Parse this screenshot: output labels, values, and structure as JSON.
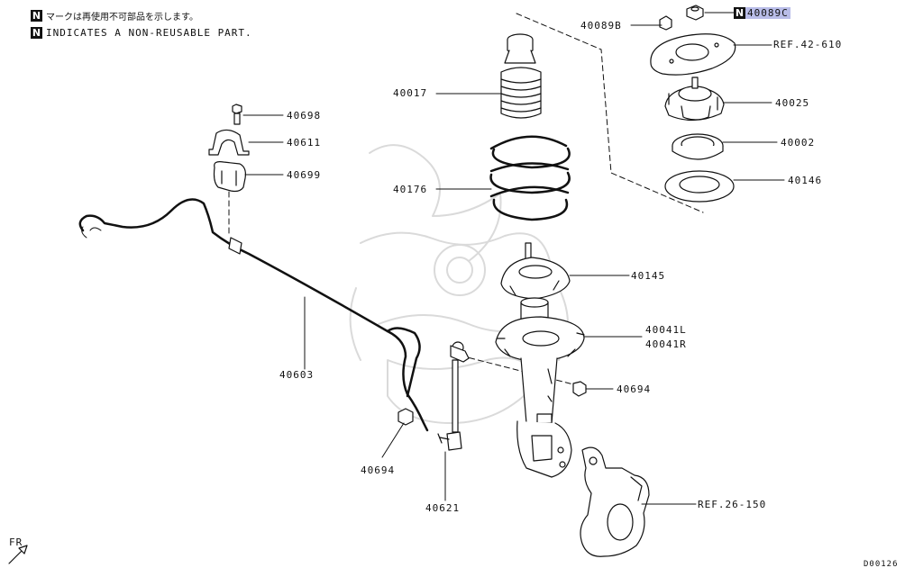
{
  "legend": {
    "badge": "N",
    "jp_text": "マークは再使用不可部品を示します。",
    "en_text": "INDICATES A NON-REUSABLE PART."
  },
  "parts": {
    "p40089C": "40089C",
    "p40089B": "40089B",
    "ref42610": "REF.42-610",
    "p40017": "40017",
    "p40025": "40025",
    "p40002": "40002",
    "p40176": "40176",
    "p40146": "40146",
    "p40698": "40698",
    "p40611": "40611",
    "p40699": "40699",
    "p40145": "40145",
    "p40041L": "40041L",
    "p40041R": "40041R",
    "p40603": "40603",
    "p40694a": "40694",
    "p40694b": "40694",
    "p40621": "40621",
    "ref26150": "REF.26-150"
  },
  "fr_label": "FR",
  "diagram_code": "D00126",
  "colors": {
    "highlight": "#b9bde8",
    "ink": "#111111",
    "watermark": "#d9d9d9"
  }
}
